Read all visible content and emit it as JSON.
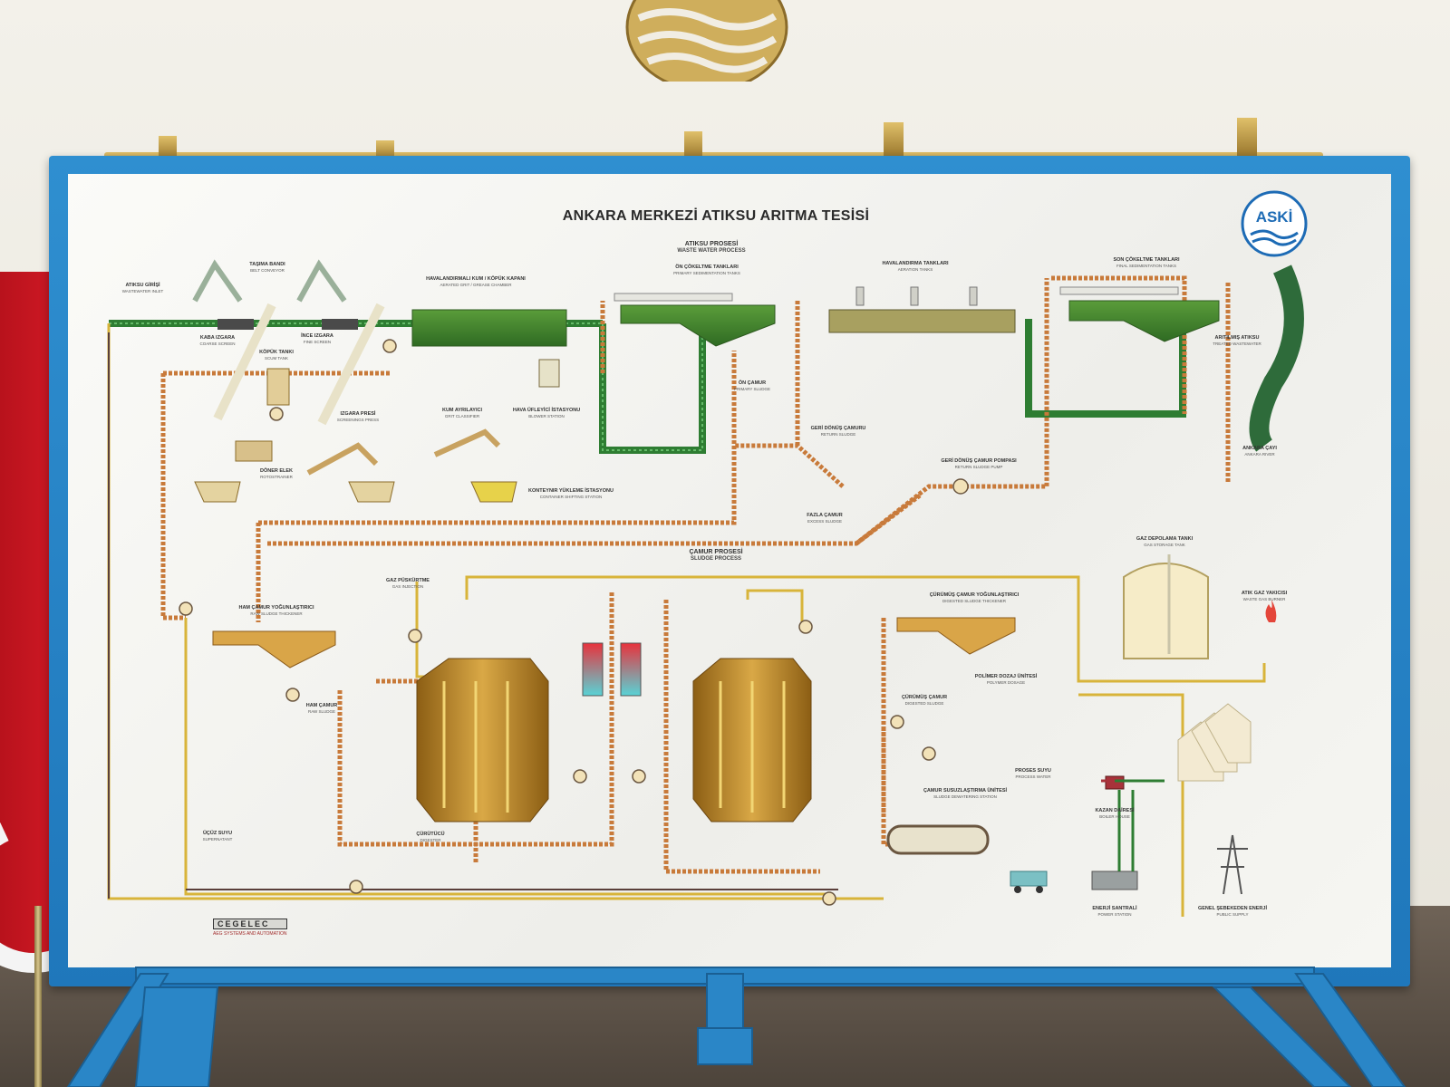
{
  "board": {
    "title": "ANKARA MERKEZİ ATIKSU ARITMA TESİSİ",
    "logo_text": "ASKİ",
    "waste_water": {
      "tr": "ATIKSU PROSESİ",
      "en": "WASTE WATER PROCESS"
    },
    "sludge": {
      "tr": "ÇAMUR PROSESİ",
      "en": "SLUDGE PROCESS"
    },
    "maker": {
      "name": "CEGELEC",
      "sub": "AEG SYSTEMS AND AUTOMATION"
    }
  },
  "labels": {
    "inlet": {
      "tr": "ATIKSU GİRİŞİ",
      "en": "WASTEWATER INLET"
    },
    "belt": {
      "tr": "TAŞIMA BANDI",
      "en": "BELT CONVEYOR"
    },
    "coarse": {
      "tr": "KABA IZGARA",
      "en": "COARSE SCREEN"
    },
    "fine": {
      "tr": "İNCE IZGARA",
      "en": "FINE SCREEN"
    },
    "foam": {
      "tr": "KÖPÜK TANKI",
      "en": "SCUM TANK"
    },
    "press": {
      "tr": "IZGARA PRESİ",
      "en": "SCREENINGS PRESS"
    },
    "rotostrainer": {
      "tr": "DÖNER ELEK",
      "en": "ROTOSTRAINER"
    },
    "aerated_grit": {
      "tr": "HAVALANDIRMALI KUM / KÖPÜK KAPANI",
      "en": "AERATED GRIT / GREASE CHAMBER"
    },
    "grit_classifier": {
      "tr": "KUM AYRILAYICI",
      "en": "GRIT CLASSIFIER"
    },
    "blower": {
      "tr": "HAVA ÜFLEYİCİ İSTASYONU",
      "en": "BLOWER STATION"
    },
    "container": {
      "tr": "KONTEYNIR YÜKLEME İSTASYONU",
      "en": "CONTAINER SHIFTING STATION"
    },
    "primary": {
      "tr": "ÖN ÇÖKELTME TANKLARI",
      "en": "PRIMARY SEDIMENTATION TANKS"
    },
    "primary_sludge": {
      "tr": "ÖN ÇAMUR",
      "en": "PRIMARY SLUDGE"
    },
    "aeration": {
      "tr": "HAVALANDIRMA TANKLARI",
      "en": "AERATION TANKS"
    },
    "return_sludge": {
      "tr": "GERİ DÖNÜŞ ÇAMURU",
      "en": "RETURN SLUDGE"
    },
    "return_pump": {
      "tr": "GERİ DÖNÜŞ ÇAMUR POMPASI",
      "en": "RETURN SLUDGE PUMP"
    },
    "excess_sludge": {
      "tr": "FAZLA ÇAMUR",
      "en": "EXCESS SLUDGE"
    },
    "final": {
      "tr": "SON ÇÖKELTME TANKLARI",
      "en": "FINAL SEDIMENTATION TANKS"
    },
    "treated": {
      "tr": "ARITILMIŞ ATIKSU",
      "en": "TREATED WASTEWATER"
    },
    "river": {
      "tr": "ANKARA ÇAYI",
      "en": "ANKARA RIVER"
    },
    "gas_injection": {
      "tr": "GAZ PÜSKÜRTME",
      "en": "GAS INJECTION"
    },
    "raw_thickener": {
      "tr": "HAM ÇAMUR YOĞUNLAŞTIRICI",
      "en": "RAW SLUDGE THICKENER"
    },
    "raw_sludge": {
      "tr": "HAM ÇAMUR",
      "en": "RAW SLUDGE"
    },
    "digester": {
      "tr": "ÇÜRÜTÜCÜ",
      "en": "DIGESTER"
    },
    "digested_thickener": {
      "tr": "ÇÜRÜMÜŞ ÇAMUR YOĞUNLAŞTIRICI",
      "en": "DIGESTED SLUDGE THICKENER"
    },
    "polymer": {
      "tr": "POLİMER DOZAJ ÜNİTESİ",
      "en": "POLYMER DOSAGE"
    },
    "digested_sludge": {
      "tr": "ÇÜRÜMÜŞ ÇAMUR",
      "en": "DIGESTED SLUDGE"
    },
    "process_water": {
      "tr": "PROSES SUYU",
      "en": "PROCESS WATER"
    },
    "dewatering": {
      "tr": "ÇAMUR SUSUZLAŞTIRMA ÜNİTESİ",
      "en": "SLUDGE DEWATERING STATION"
    },
    "gas_tank": {
      "tr": "GAZ DEPOLAMA TANKI",
      "en": "GAS STORAGE TANK"
    },
    "waste_gas": {
      "tr": "ATIK GAZ YAKICISI",
      "en": "WASTE GAS BURNER"
    },
    "boiler": {
      "tr": "KAZAN DAİRESİ",
      "en": "BOILER HOUSE"
    },
    "energy": {
      "tr": "ENERJİ SANTRALİ",
      "en": "POWER STATION"
    },
    "public_supply": {
      "tr": "GENEL ŞEBEKEDEN ENERJİ",
      "en": "PUBLIC SUPPLY"
    },
    "supernatant": {
      "tr": "ÜÇÜZ SUYU",
      "en": "SUPERNATANT"
    }
  },
  "colors": {
    "frame_blue": "#1f77bb",
    "water_green": "#2e7d32",
    "sludge_orange": "#c87a3a",
    "gas_yellow": "#d8b43a",
    "tank_gold": "#b98a2e",
    "hot_red": "#e8323c",
    "cool_cyan": "#58d3d6"
  }
}
